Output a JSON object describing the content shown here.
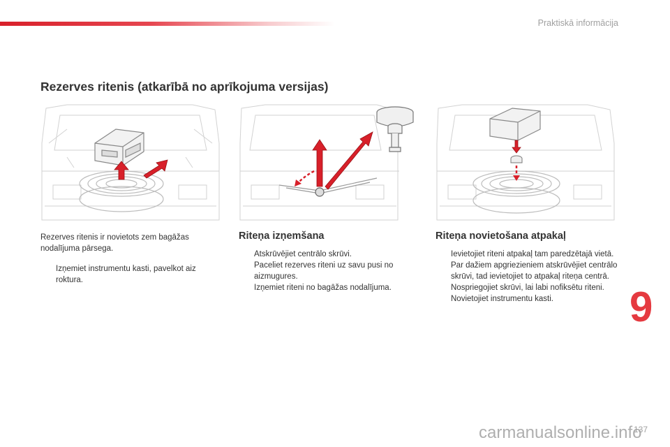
{
  "header": {
    "section": "Praktiskā informācija"
  },
  "title": "Rezerves ritenis (atkarībā no aprīkojuma versijas)",
  "bullet_glyph": "",
  "col1": {
    "intro": "Rezerves ritenis ir novietots zem bagāžas nodalījuma pārsega.",
    "items": [
      "Izņemiet instrumentu kasti, pavelkot aiz roktura."
    ]
  },
  "col2": {
    "heading": "Riteņa izņemšana",
    "items": [
      "Atskrūvējiet centrālo skrūvi.",
      "Paceliet rezerves riteni uz savu pusi no aizmugures.",
      "Izņemiet riteni no bagāžas nodalījuma."
    ]
  },
  "col3": {
    "heading": "Riteņa novietošana atpakaļ",
    "items": [
      "Ievietojiet riteni atpakaļ tam paredzētajā vietā.",
      "Par dažiem apgriezieniem atskrūvējiet centrālo skrūvi, tad ievietojiet to atpakaļ riteņa centrā.",
      "Nospriegojiet skrūvi, lai labi nofiksētu riteni.",
      "Novietojiet instrumentu kasti."
    ]
  },
  "chapter": "9",
  "page_number": "137",
  "watermark": "carmanualsonline.info",
  "colors": {
    "accent": "#e53a40",
    "arrow": "#d8202a",
    "line": "#cfcfcf"
  }
}
